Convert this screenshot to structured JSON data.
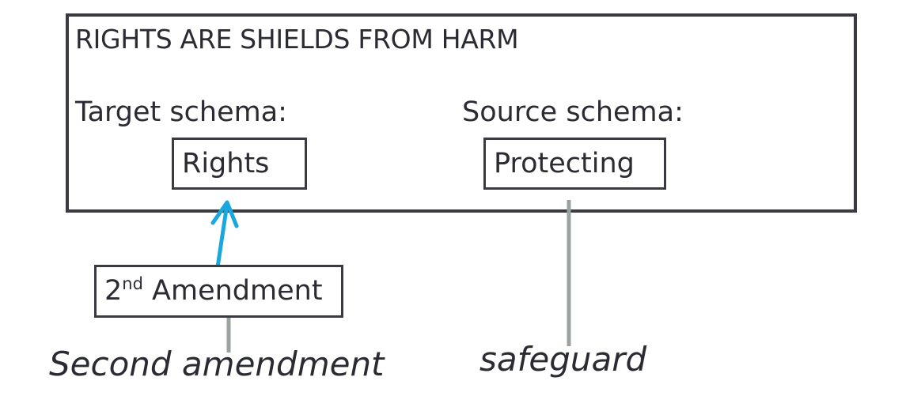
{
  "frame": {
    "title": "RIGHTS ARE SHIELDS FROM HARM",
    "target_label": "Target schema:",
    "source_label": "Source schema:"
  },
  "nodes": {
    "target": "Rights",
    "source": "Protecting",
    "amendment_number": "2",
    "amendment_superscript": "nd",
    "amendment_text": " Amendment"
  },
  "words": {
    "second_amendment": "Second amendment",
    "safeguard": "safeguard"
  },
  "colors": {
    "border": "#3a3a42",
    "text": "#2b2b33",
    "arrow": "#1aa7e0",
    "connector": "#9aa39d"
  }
}
